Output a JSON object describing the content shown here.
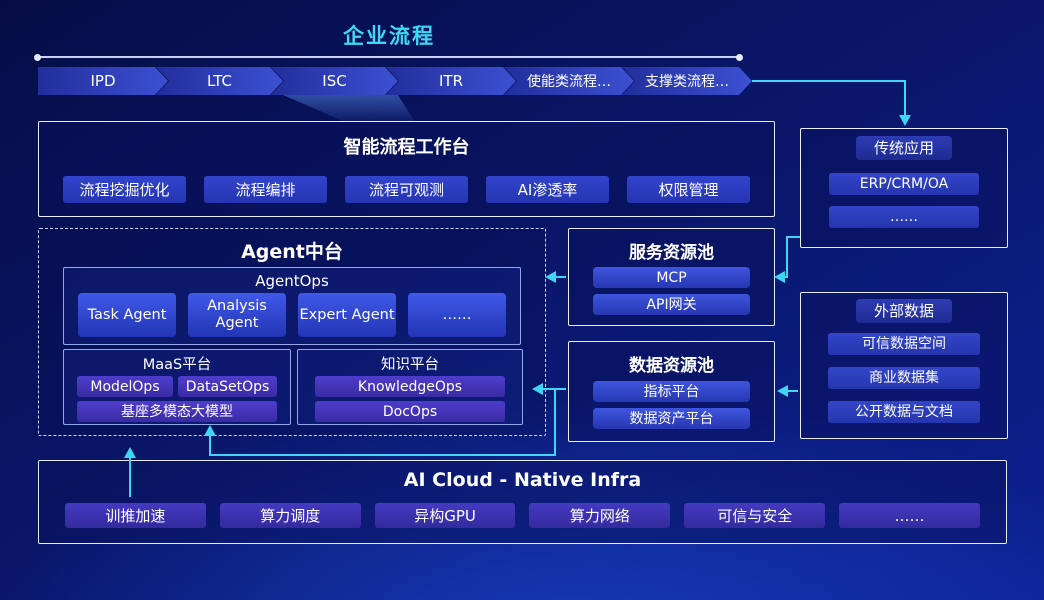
{
  "colors": {
    "accent_cyan": "#3fd6f5",
    "line_light": "#d9e2ff"
  },
  "top": {
    "title": "企业流程"
  },
  "process_chain": {
    "items": [
      "IPD",
      "LTC",
      "ISC",
      "ITR",
      "使能类流程…",
      "支撑类流程…"
    ]
  },
  "workbench": {
    "title": "智能流程工作台",
    "buttons": [
      "流程挖掘优化",
      "流程编排",
      "流程可观测",
      "AI渗透率",
      "权限管理"
    ]
  },
  "agent_platform": {
    "title": "Agent中台",
    "agentops": {
      "title": "AgentOps",
      "agents": [
        "Task Agent",
        "Analysis Agent",
        "Expert Agent",
        "……"
      ]
    },
    "maas": {
      "title": "MaaS平台",
      "chips": [
        "ModelOps",
        "DataSetOps"
      ],
      "wide_chip": "基座多模态大模型"
    },
    "knowledge": {
      "title": "知识平台",
      "chips": [
        "KnowledgeOps",
        "DocOps"
      ]
    }
  },
  "service_pool": {
    "title": "服务资源池",
    "items": [
      "MCP",
      "API网关"
    ]
  },
  "data_pool": {
    "title": "数据资源池",
    "items": [
      "指标平台",
      "数据资产平台"
    ]
  },
  "legacy_apps": {
    "title": "传统应用",
    "items": [
      "ERP/CRM/OA",
      "……"
    ]
  },
  "external_data": {
    "title": "外部数据",
    "items": [
      "可信数据空间",
      "商业数据集",
      "公开数据与文档"
    ]
  },
  "infra": {
    "title": "AI Cloud - Native Infra",
    "items": [
      "训推加速",
      "算力调度",
      "异构GPU",
      "算力网络",
      "可信与安全",
      "……"
    ]
  }
}
